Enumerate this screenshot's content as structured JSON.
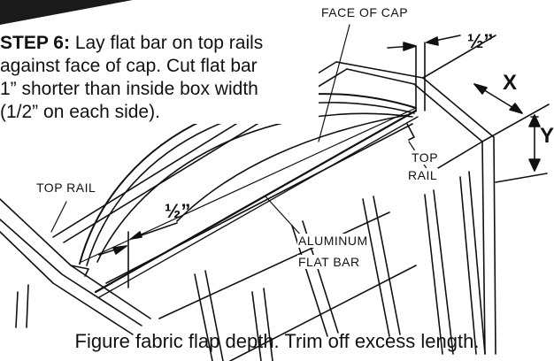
{
  "instructions": {
    "step_label": "STEP 6:",
    "step_lines": [
      "Lay flat bar on top rails",
      "against face of cap. Cut flat bar",
      "1” shorter than inside box width",
      "(1/2” on each side)."
    ]
  },
  "labels": {
    "face_of_cap": "FACE OF CAP",
    "top_rail_left": "TOP RAIL",
    "top_rail_right_line1": "TOP",
    "top_rail_right_line2": "RAIL",
    "aluminum_line1": "ALUMINUM",
    "aluminum_line2": "FLAT BAR",
    "half_inch_right": "½”",
    "half_inch_left": "½”",
    "dim_x": "X",
    "dim_y": "Y"
  },
  "caption": "Figure fabric flap depth. Trim off excess length."
}
